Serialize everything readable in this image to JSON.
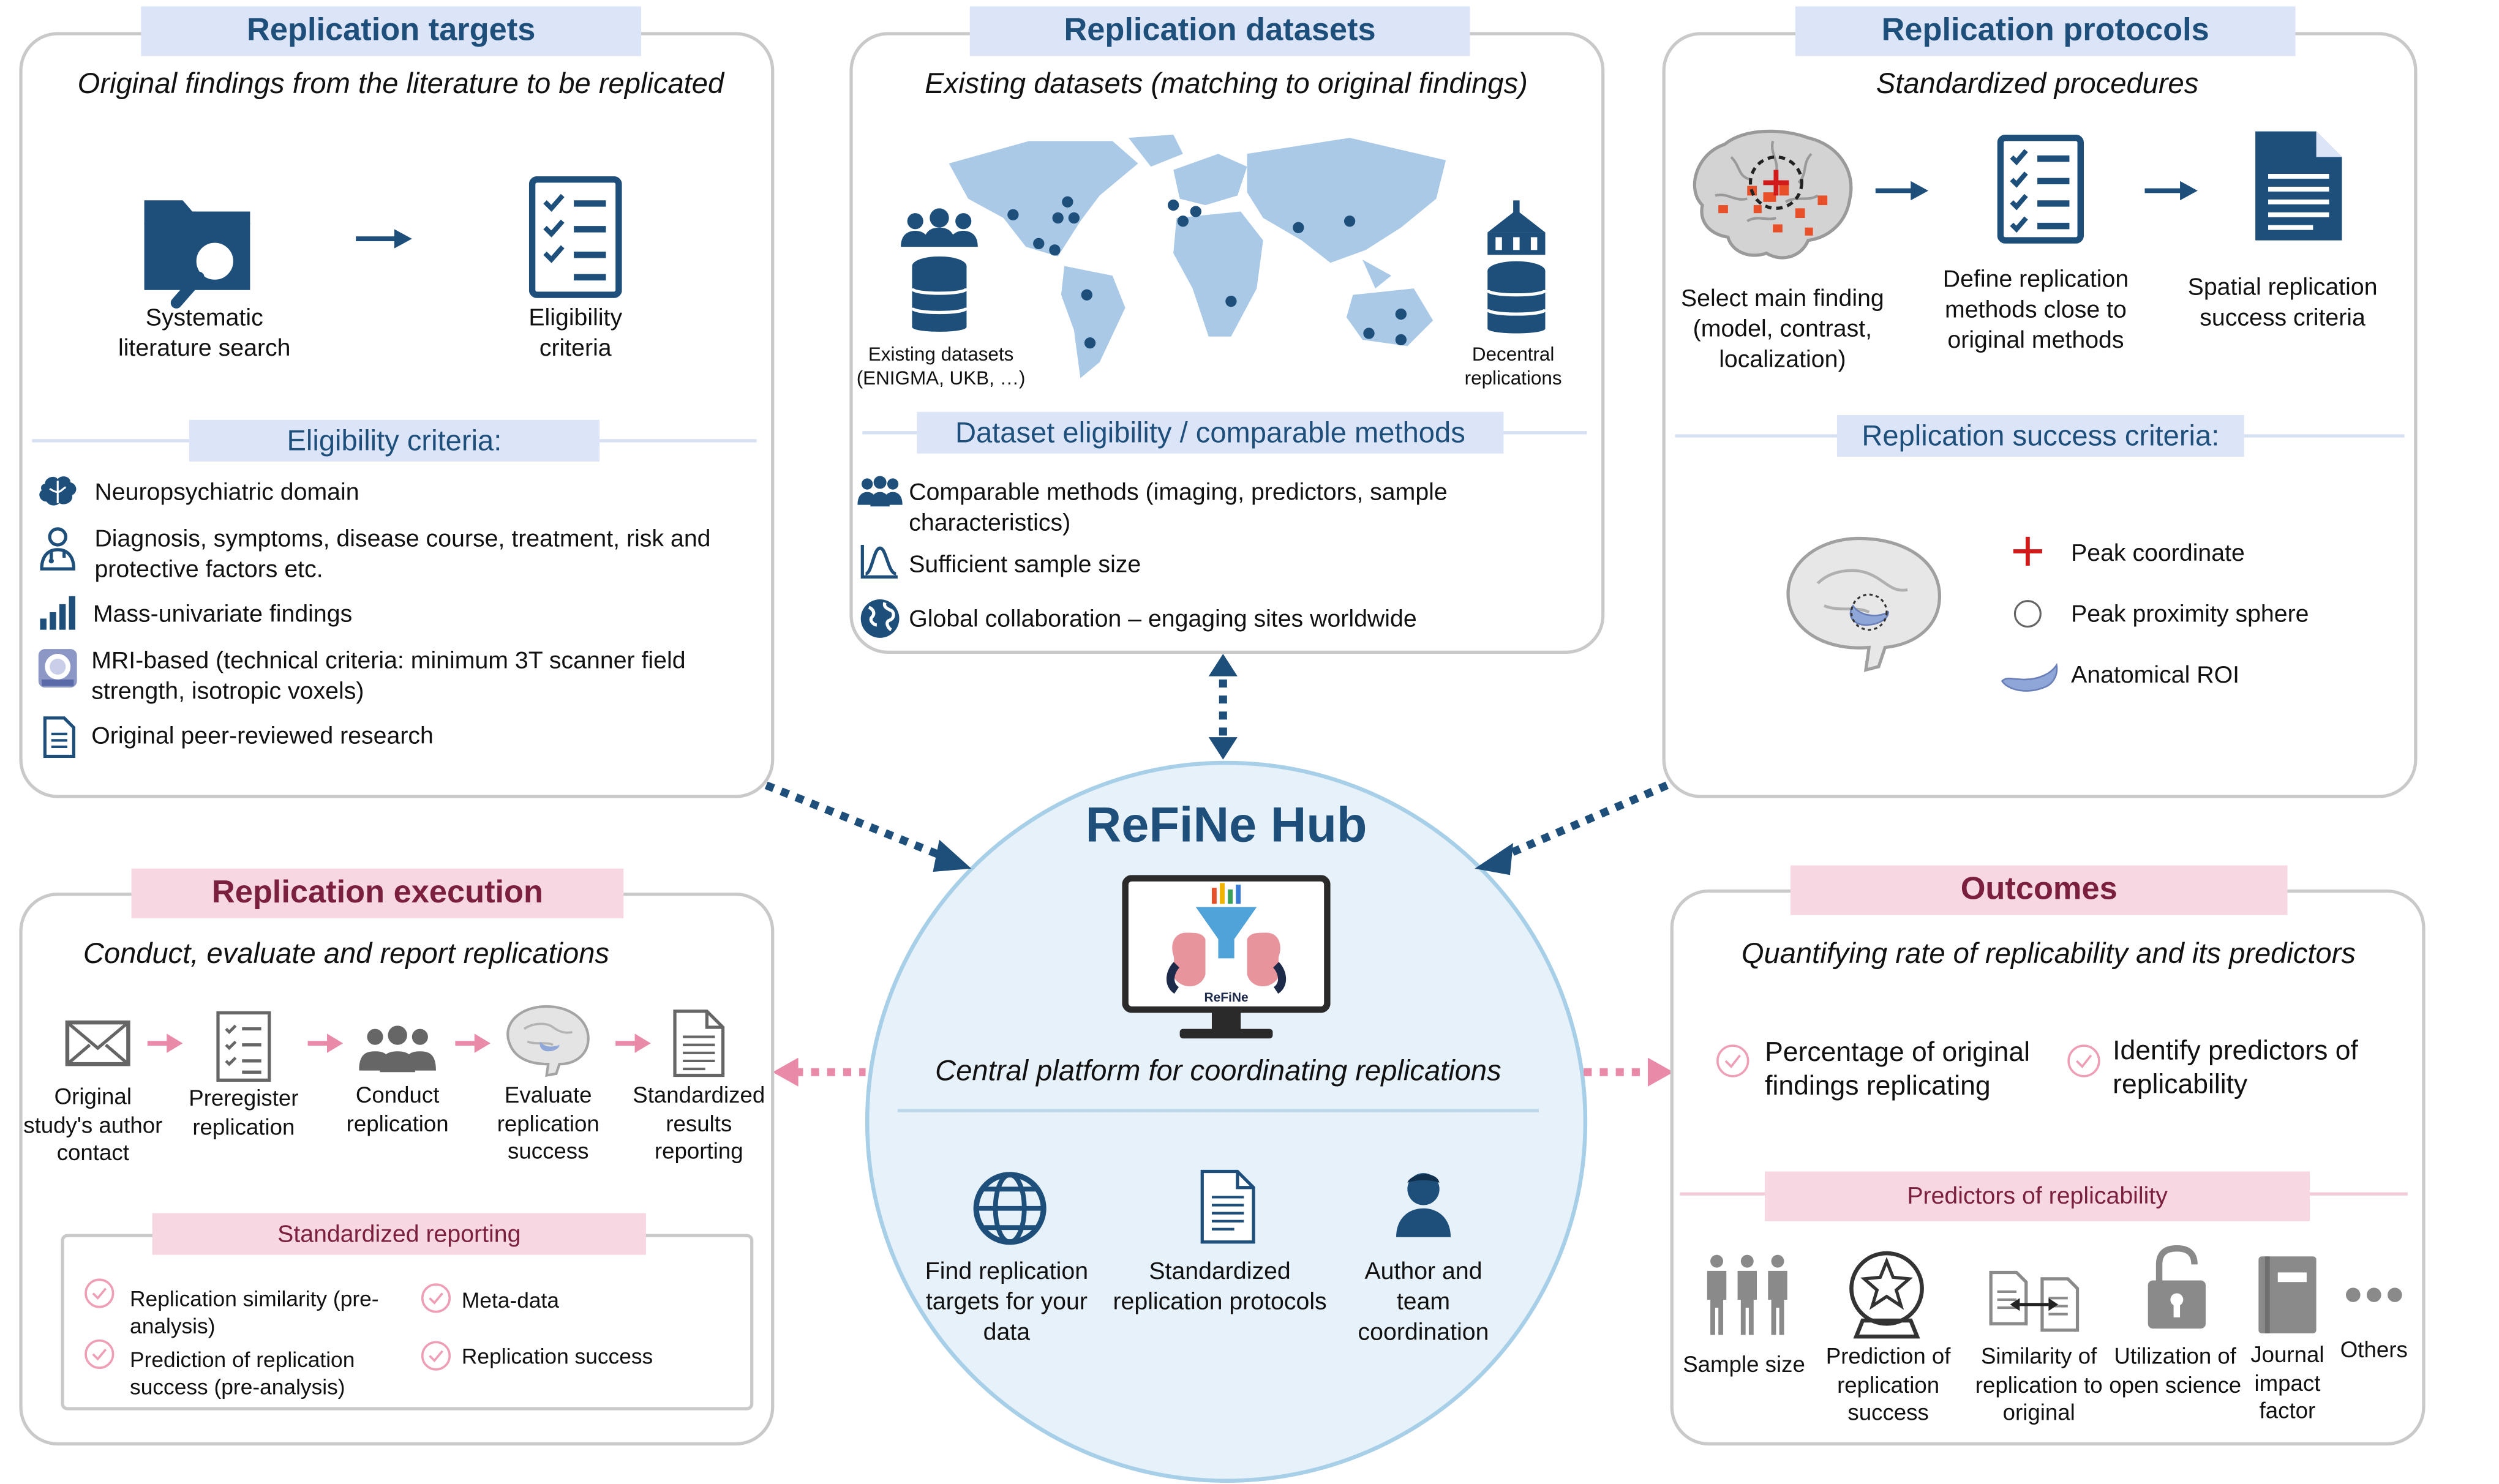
{
  "targets": {
    "title": "Replication targets",
    "subtitle": "Original findings from the literature to be replicated",
    "search_label": "Systematic literature search",
    "criteria_label": "Eligibility criteria",
    "section": "Eligibility criteria:",
    "items": [
      "Neuropsychiatric domain",
      "Diagnosis, symptoms, disease course, treatment, risk and protective factors etc.",
      "Mass-univariate findings",
      "MRI-based (technical criteria: minimum 3T scanner field strength, isotropic voxels)",
      "Original peer-reviewed research"
    ]
  },
  "datasets": {
    "title": "Replication datasets",
    "subtitle": "Existing datasets (matching to original findings)",
    "existing_label": "Existing datasets (ENIGMA, UKB, …)",
    "decentral_label": "Decentral replications",
    "section": "Dataset eligibility / comparable methods",
    "items": [
      "Comparable methods (imaging, predictors, sample characteristics)",
      "Sufficient sample size",
      "Global collaboration – engaging sites worldwide"
    ]
  },
  "protocols": {
    "title": "Replication protocols",
    "subtitle": "Standardized procedures",
    "step1": "Select main finding (model, contrast, localization)",
    "step2": "Define replication methods close to original methods",
    "step3": "Spatial replication success criteria",
    "section": "Replication success criteria:",
    "legend": [
      "Peak coordinate",
      "Peak proximity sphere",
      "Anatomical ROI"
    ]
  },
  "hub": {
    "title": "ReFiNe Hub",
    "logo_text": "ReFiNe",
    "subtitle": "Central platform for coordinating replications",
    "features": [
      "Find replication targets for your data",
      "Standardized replication protocols",
      "Author and team coordination"
    ]
  },
  "execution": {
    "title": "Replication execution",
    "subtitle": "Conduct, evaluate and report replications",
    "steps": [
      "Original study's author contact",
      "Preregister replication",
      "Conduct replication",
      "Evaluate replication success",
      "Standardized results reporting"
    ],
    "section": "Standardized reporting",
    "reporting": [
      "Replication similarity (pre-analysis)",
      "Prediction of replication success (pre-analysis)",
      "Meta-data",
      "Replication success"
    ]
  },
  "outcomes": {
    "title": "Outcomes",
    "subtitle": "Quantifying rate of replicability and its predictors",
    "goals": [
      "Percentage of original findings replicating",
      "Identify predictors of replicability"
    ],
    "section": "Predictors of replicability",
    "predictors": [
      "Sample size",
      "Prediction of replication success",
      "Similarity of replication to original",
      "Utilization of open science",
      "Journal impact factor",
      "Others"
    ]
  },
  "colors": {
    "navy": "#1e4f7b",
    "blue_tag": "#dce4f8",
    "pink_tag": "#f7d7e1",
    "pink_arrow": "#e88aa8",
    "red_marker": "#d11a1a",
    "roi": "#8fa6d8",
    "map": "#aac9e6"
  }
}
